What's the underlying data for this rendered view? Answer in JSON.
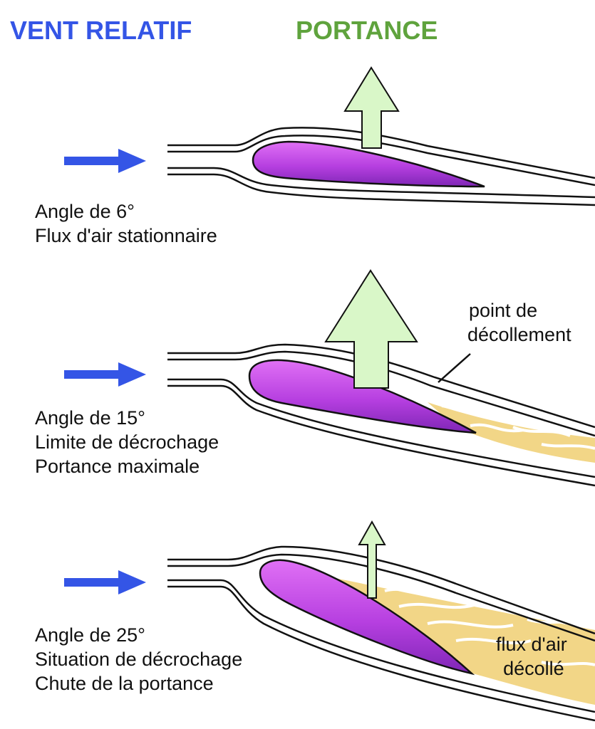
{
  "header": {
    "relative_wind": "VENT RELATIF",
    "lift": "PORTANCE"
  },
  "panels": [
    {
      "lines": [
        "Angle de 6°",
        "Flux d'air stationnaire"
      ]
    },
    {
      "lines": [
        "Angle de 15°",
        "Limite de décrochage",
        "Portance maximale"
      ]
    },
    {
      "lines": [
        "Angle de 25°",
        "Situation de décrochage",
        "Chute de la portance"
      ]
    }
  ],
  "annotations": {
    "separation_point": [
      "point de",
      "décollement"
    ],
    "separated_flow": [
      "flux d'air",
      "décollé"
    ]
  },
  "colors": {
    "wind_arrow": "#3455e6",
    "lift_text": "#5fa33d",
    "lift_arrow_fill": "#d9f7c8",
    "airfoil_light": "#d85cf0",
    "airfoil_dark": "#8a2cc0",
    "turbulence": "#f2d687",
    "streamline": "#111111"
  }
}
